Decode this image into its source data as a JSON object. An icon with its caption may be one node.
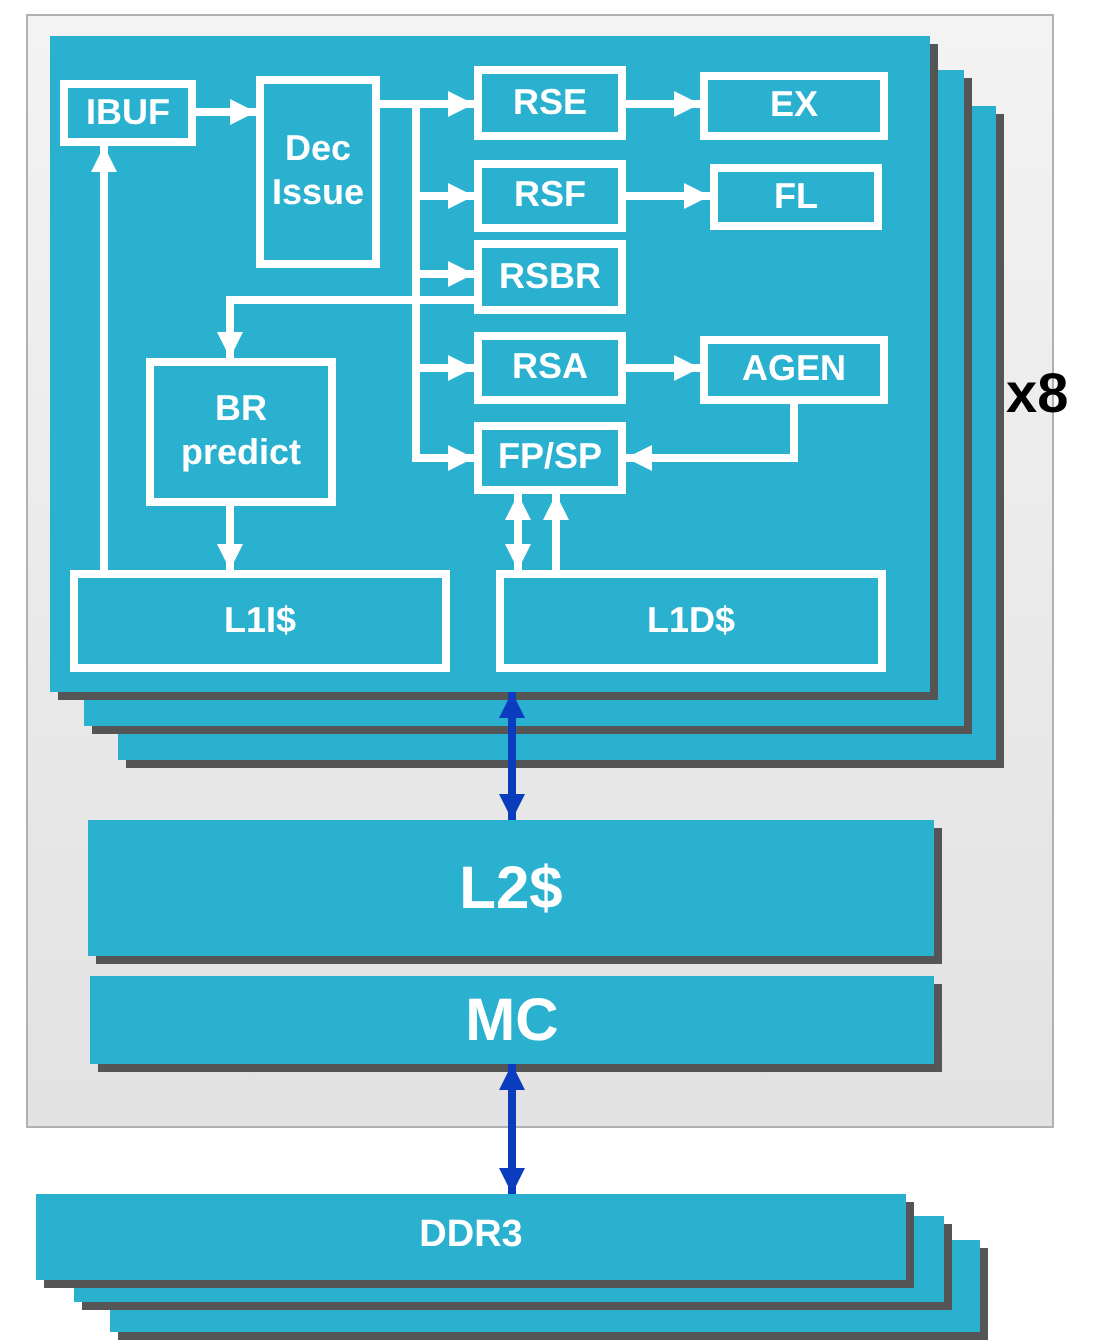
{
  "diagram": {
    "nodes": [
      {
        "text": [],
        "shape": "box"
      },
      {
        "text": [],
        "shape": "box",
        "in": 0,
        "beside": [
          "x8"
        ]
      },
      {
        "text": [
          "IBUF"
        ],
        "in": 1
      },
      {
        "text": [
          "Dec Issue"
        ],
        "in": 1
      },
      {
        "text": [
          "RSE"
        ],
        "in": 1
      },
      {
        "text": [
          "EX"
        ],
        "in": 1
      },
      {
        "text": [
          "RSF"
        ],
        "in": 1
      },
      {
        "text": [
          "FL"
        ],
        "in": 1
      },
      {
        "text": [
          "RSBR"
        ],
        "in": 1
      },
      {
        "text": [
          "RSA"
        ],
        "in": 1
      },
      {
        "text": [
          "AGEN"
        ],
        "in": 1
      },
      {
        "text": [
          "FP/SP"
        ],
        "in": 1
      },
      {
        "text": [
          "BR predict"
        ],
        "in": 1
      },
      {
        "text": [
          "L1I$"
        ],
        "in": 1
      },
      {
        "text": [
          "L1D$"
        ],
        "in": 1
      },
      {
        "text": [
          "L2$"
        ],
        "in": 0
      },
      {
        "text": [
          "MC"
        ],
        "in": 0
      },
      {
        "text": [
          "DDR3"
        ]
      }
    ],
    "edges": [
      {
        "from": 2,
        "to": 3,
        "arrow": "to"
      },
      {
        "from": 3,
        "to": 4,
        "arrow": "to"
      },
      {
        "from": 3,
        "to": 6,
        "arrow": "to"
      },
      {
        "from": 3,
        "to": 8,
        "arrow": "to"
      },
      {
        "from": 3,
        "to": 9,
        "arrow": "to"
      },
      {
        "from": 3,
        "to": 11,
        "arrow": "to"
      },
      {
        "from": 4,
        "to": 5,
        "arrow": "to"
      },
      {
        "from": 6,
        "to": 7,
        "arrow": "to"
      },
      {
        "from": 8,
        "to": 12,
        "arrow": "to"
      },
      {
        "from": 9,
        "to": 10,
        "arrow": "to"
      },
      {
        "from": 10,
        "to": 11,
        "arrow": "to"
      },
      {
        "from": 12,
        "to": 13,
        "arrow": "to"
      },
      {
        "from": 13,
        "to": 2,
        "arrow": "to"
      },
      {
        "from": 11,
        "to": 14,
        "arrow": "both"
      },
      {
        "from": 14,
        "to": 11,
        "arrow": "to"
      },
      {
        "from": 1,
        "to": 15,
        "arrow": "both",
        "color": "#0a3cbe"
      },
      {
        "from": 16,
        "to": 17,
        "arrow": "both",
        "color": "#0a3cbe"
      }
    ]
  }
}
